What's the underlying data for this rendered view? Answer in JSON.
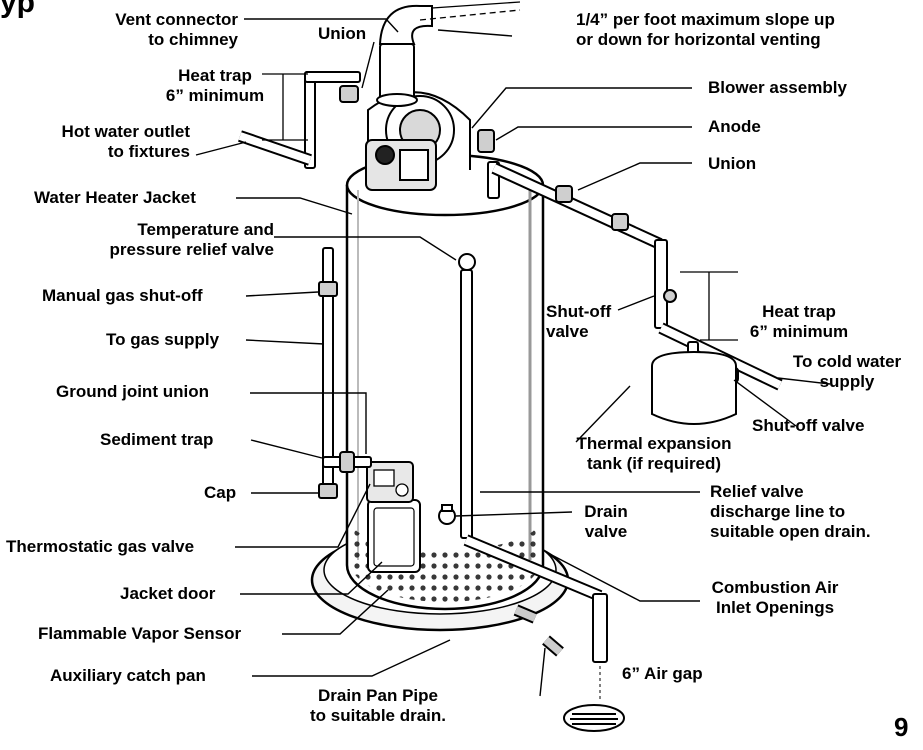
{
  "header_fragment": "yp",
  "page_number": "9",
  "labels": {
    "vent_connector": "Vent connector\nto chimney",
    "union_top": "Union",
    "slope_note": "1/4” per foot maximum slope up\nor down for horizontal venting",
    "heat_trap_left": "Heat trap\n6” minimum",
    "blower_assembly": "Blower assembly",
    "hot_water_outlet": "Hot water outlet\nto fixtures",
    "anode": "Anode",
    "union_right": "Union",
    "water_heater_jacket": "Water Heater Jacket",
    "tp_relief_valve": "Temperature and\npressure relief valve",
    "manual_gas_shutoff": "Manual gas shut-off",
    "shutoff_valve_upper": "Shut-off\nvalve",
    "heat_trap_right": "Heat trap\n6” minimum",
    "to_gas_supply": "To gas supply",
    "to_cold_water": "To cold water\nsupply",
    "ground_joint_union": "Ground joint union",
    "shutoff_valve_lower": "Shut-off valve",
    "sediment_trap": "Sediment trap",
    "thermal_expansion_tank": "Thermal expansion\ntank (if required)",
    "cap": "Cap",
    "drain_valve": "Drain\nvalve",
    "relief_discharge": "Relief valve\ndischarge line to\nsuitable open drain.",
    "thermostatic_gas_valve": "Thermostatic gas valve",
    "jacket_door": "Jacket door",
    "combustion_air": "Combustion Air\nInlet Openings",
    "flammable_vapor_sensor": "Flammable Vapor Sensor",
    "auxiliary_catch_pan": "Auxiliary catch pan",
    "air_gap": "6” Air gap",
    "drain_pan_pipe": "Drain Pan Pipe\nto suitable drain."
  }
}
